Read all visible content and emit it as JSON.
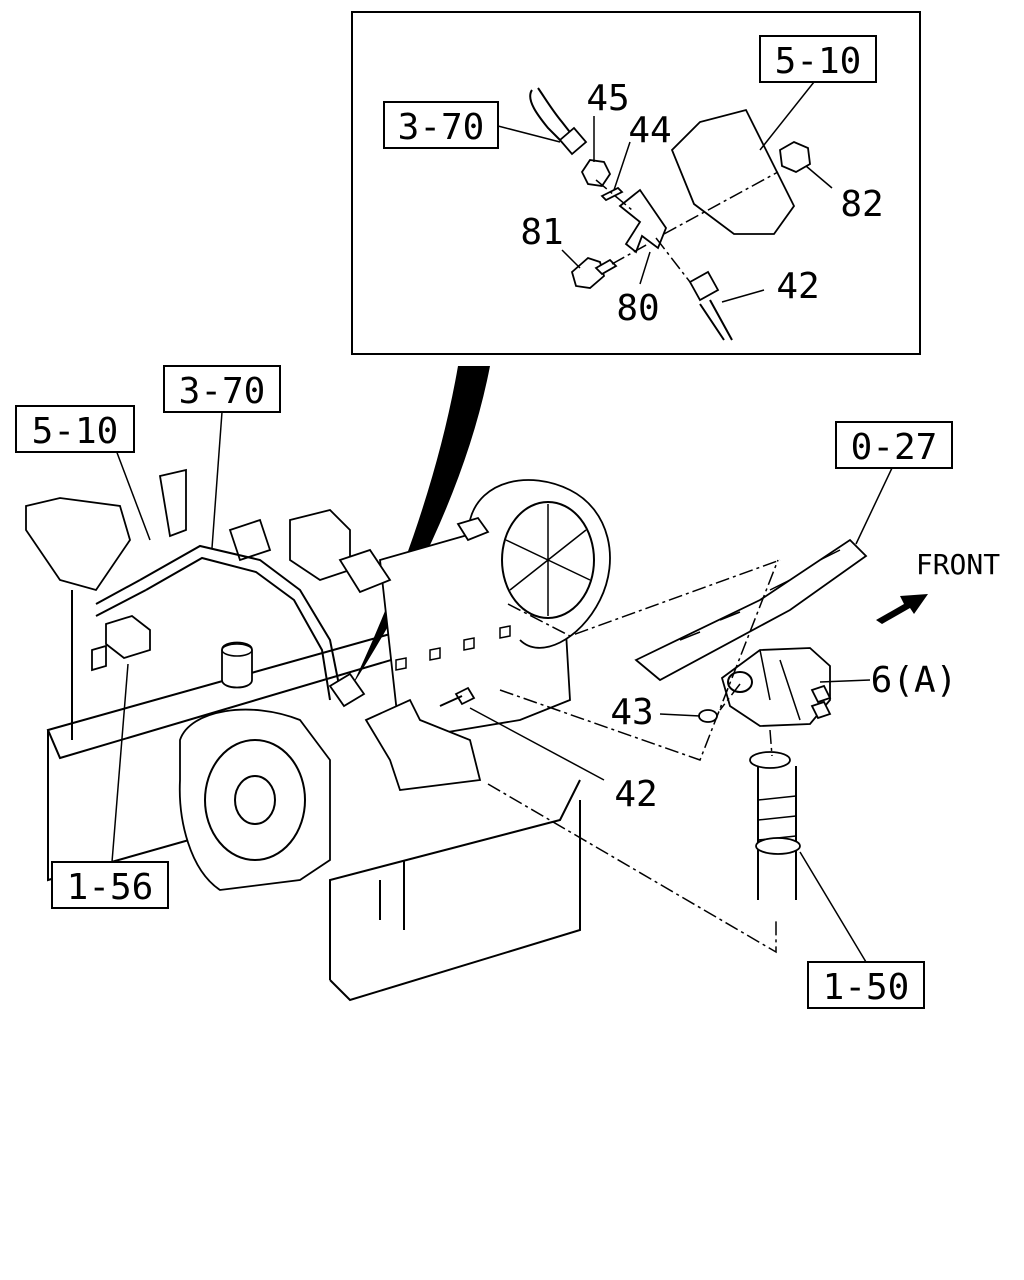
{
  "inset": {
    "refs": {
      "r_3_70": "3-70",
      "r_5_10": "5-10"
    },
    "parts": {
      "p45": "45",
      "p44": "44",
      "p82": "82",
      "p81": "81",
      "p80": "80",
      "p42": "42"
    }
  },
  "main": {
    "refs": {
      "r_3_70": "3-70",
      "r_5_10": "5-10",
      "r_0_27": "0-27",
      "r_1_56": "1-56",
      "r_1_50": "1-50"
    },
    "parts": {
      "p6a": "6(A)",
      "p43": "43",
      "p42": "42"
    },
    "direction_label": "FRONT"
  }
}
